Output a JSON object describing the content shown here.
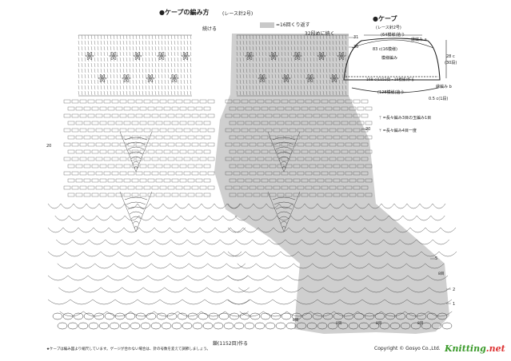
{
  "main_title": "●ケープの編み方",
  "main_subtitle": "(レース針2号)",
  "legend": {
    "swatch_label": "=16回くり返す"
  },
  "labels": {
    "continue": "続ける",
    "continue_32": "32段めに続く",
    "start": "鎖(1152目)作る"
  },
  "row_numbers_right": [
    "31",
    "30",
    "20",
    "5",
    "2",
    "1"
  ],
  "row_number_left": "20",
  "eight_me": "8目",
  "cape": {
    "title": "●ケープ",
    "subtitle": "(レース針2号)",
    "top_count": "(64模様)拾う",
    "top_edge": "縁編み a",
    "mid_count": "83 c(16模様)",
    "body": "模様編み",
    "height": "28 c",
    "height_rows": "(30段)",
    "bottom_count": "168 c(1152目・16模様)作る",
    "bottom_edge": "縁編み b",
    "pick_count": "(128模様)拾う",
    "edge_depth": "0.5 c(1段)"
  },
  "symbols": [
    {
      "text": "=長々編み3目の玉編み1目"
    },
    {
      "text": "=長々編み4目一度"
    }
  ],
  "footnote": "★ケープは編み図より縮尺しています。ゲージが合わない場合は、針の号数を変えて調節しましょう。",
  "copyright": "Copyright © Gosyo Co.,Ltd.",
  "logo": "Knitting.net"
}
